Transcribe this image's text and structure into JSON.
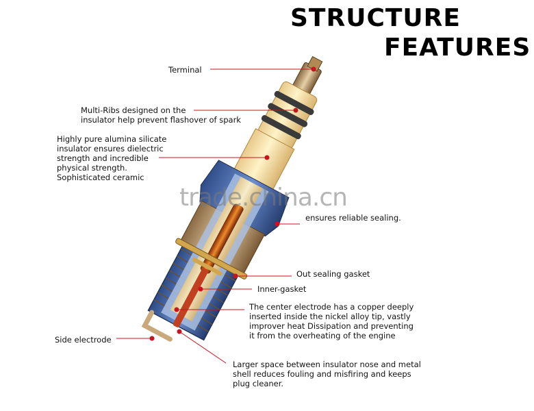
{
  "header": {
    "title_line1": "STRUCTURE",
    "title_line2": "FEATURES"
  },
  "labels": {
    "terminal": "Terminal",
    "multi_ribs": "Multi-Ribs designed on the\ninsulator help prevent flashover of spark",
    "alumina": "Highly pure alumina silicate\ninsulator ensures dielectric\nstrength and incredible\nphysical strength.\nSophisticated ceramic",
    "sealing": "ensures reliable sealing.",
    "out_gasket": "Out sealing gasket",
    "inner_gasket": "Inner-gasket",
    "center_electrode": "The center electrode has a copper deeply\ninserted inside the nickel alloy tip, vastly\nimprover heat  Dissipation and preventing\nit from the overheating of the engine",
    "side_electrode": "Side electrode",
    "larger_space": "Larger space between insulator nose and metal\nshell reduces fouling and misfiring and keeps\nplug cleaner."
  },
  "watermark": "trade.china.cn",
  "colors": {
    "leader_line": "#c8141e",
    "insulator": "#f3dc9a",
    "shell_metal": "#c9a87c",
    "copper": "#d2691e"
  }
}
